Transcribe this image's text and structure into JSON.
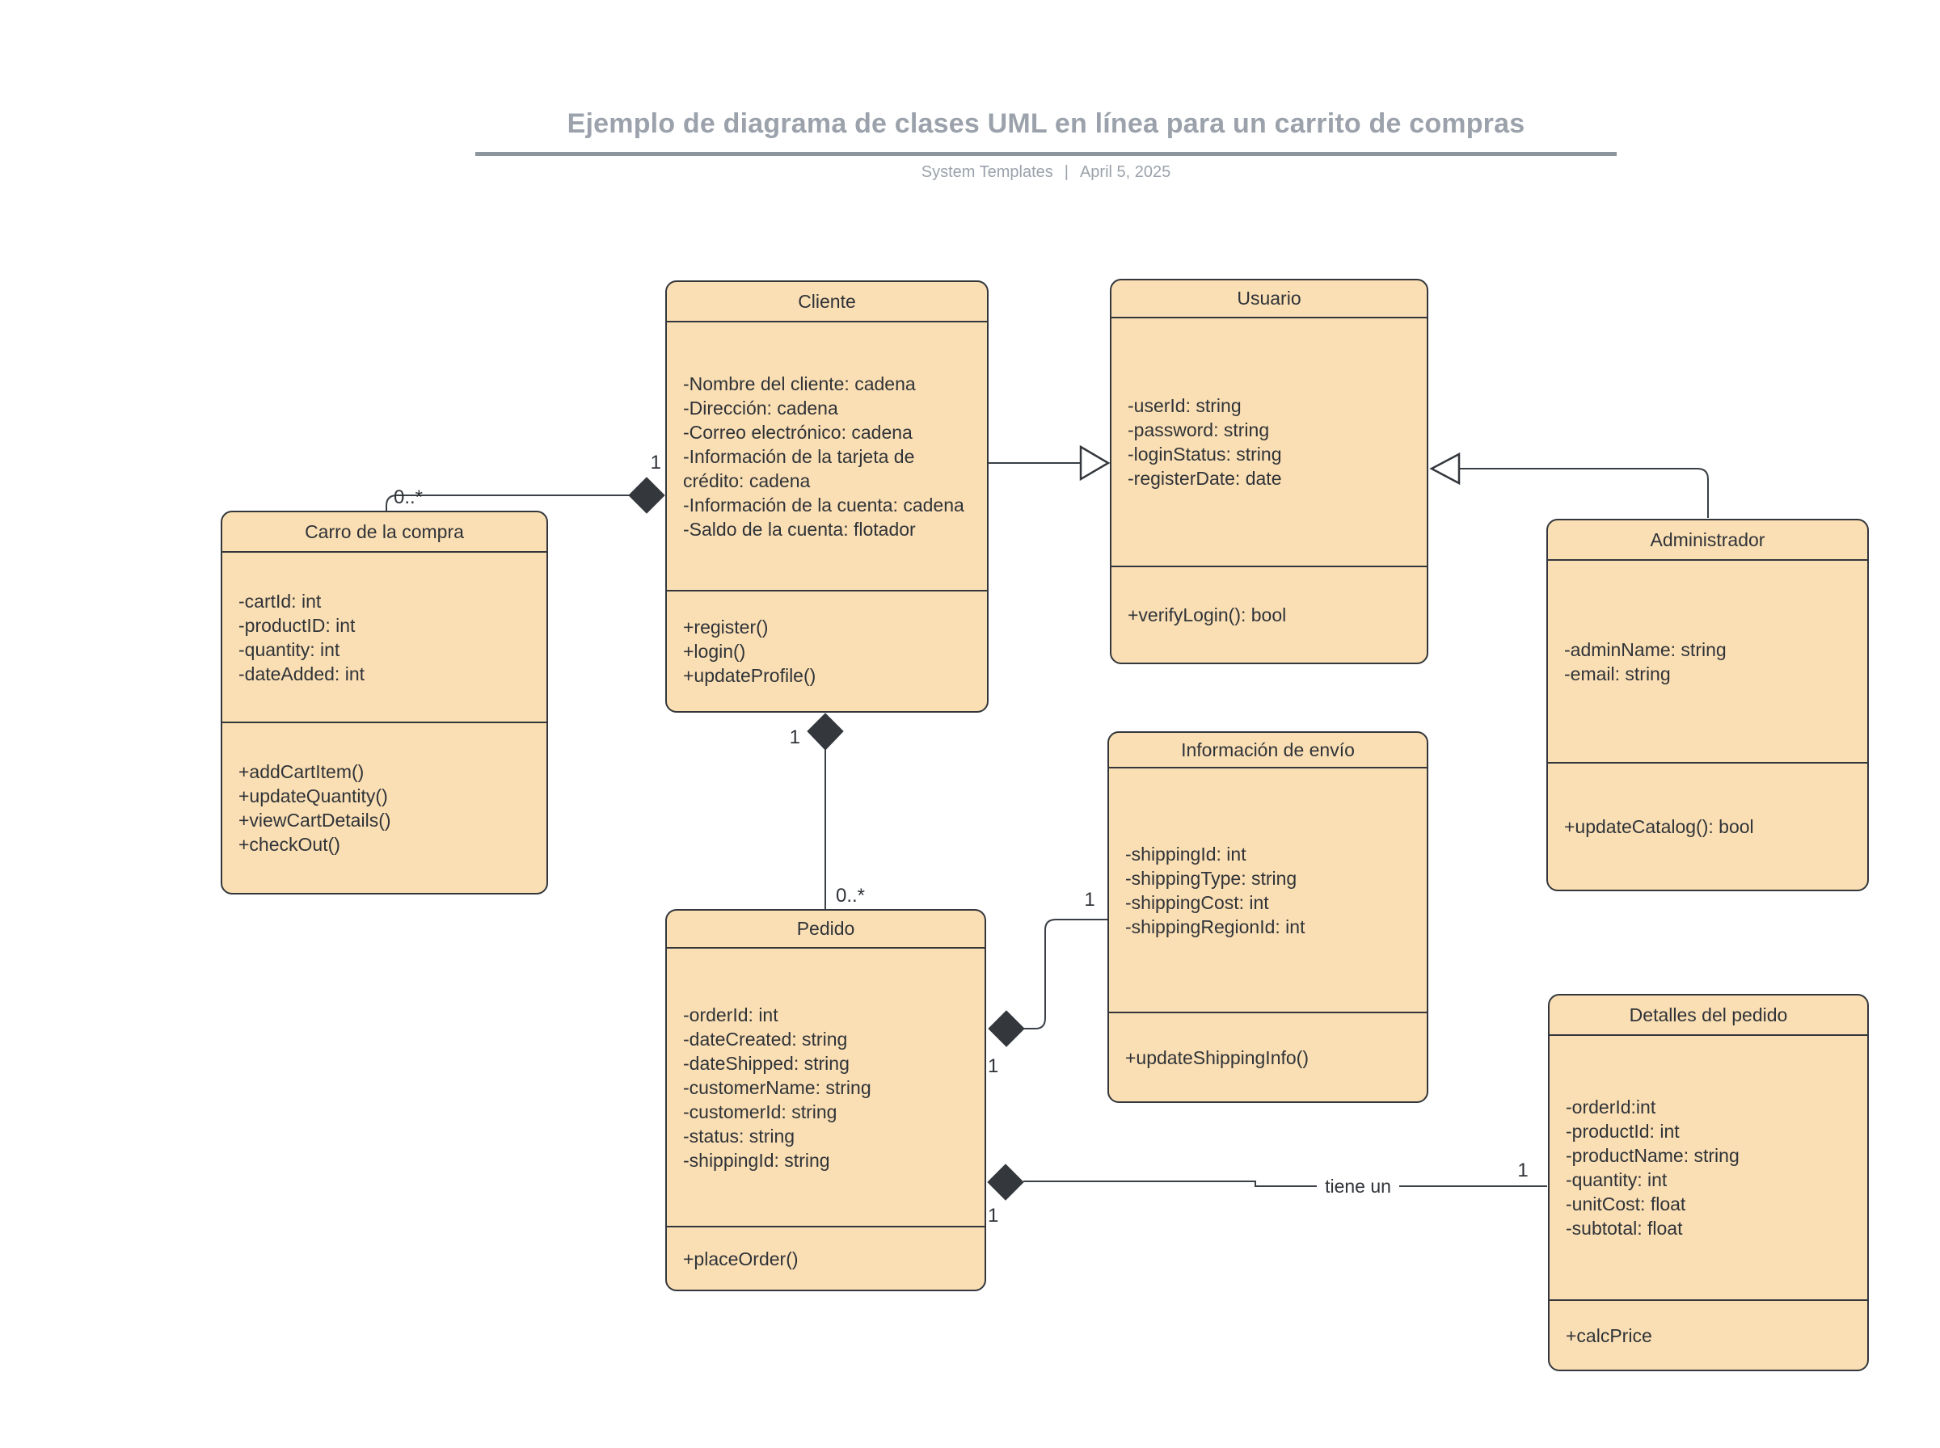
{
  "header": {
    "title": "Ejemplo de diagrama de clases UML en línea para un carrito de compras",
    "source": "System Templates",
    "divider": "|",
    "date": "April 5, 2025"
  },
  "colors": {
    "class_fill": "#FBDFB4",
    "class_border": "#33373C",
    "class_text": "#2F3338",
    "header_gray": "#9BA2AB",
    "rule_gray": "#8C949D",
    "connector": "#3A3F45"
  },
  "classes": {
    "cliente": {
      "title": "Cliente",
      "attributes": [
        "-Nombre del cliente: cadena",
        "-Dirección: cadena",
        "-Correo electrónico: cadena",
        "-Información de la tarjeta de crédito: cadena",
        "-Información de la cuenta: cadena",
        "-Saldo de la cuenta: flotador"
      ],
      "methods": [
        "+register()",
        "+login()",
        "+updateProfile()"
      ]
    },
    "usuario": {
      "title": "Usuario",
      "attributes": [
        "-userId: string",
        "-password: string",
        "-loginStatus: string",
        "-registerDate: date"
      ],
      "methods": [
        "+verifyLogin(): bool"
      ]
    },
    "carro": {
      "title": "Carro de la compra",
      "attributes": [
        "-cartId: int",
        "-productID: int",
        "-quantity: int",
        "-dateAdded: int"
      ],
      "methods": [
        "+addCartItem()",
        "+updateQuantity()",
        "+viewCartDetails()",
        "+checkOut()"
      ]
    },
    "administrador": {
      "title": "Administrador",
      "attributes": [
        "-adminName: string",
        "-email: string"
      ],
      "methods": [
        "+updateCatalog(): bool"
      ]
    },
    "envio": {
      "title": "Información de envío",
      "attributes": [
        "-shippingId: int",
        "-shippingType: string",
        "-shippingCost: int",
        "-shippingRegionId: int"
      ],
      "methods": [
        "+updateShippingInfo()"
      ]
    },
    "pedido": {
      "title": "Pedido",
      "attributes": [
        "-orderId: int",
        "-dateCreated: string",
        "-dateShipped: string",
        "-customerName: string",
        "-customerId: string",
        "-status: string",
        "-shippingId: string"
      ],
      "methods": [
        "+placeOrder()"
      ]
    },
    "detalles": {
      "title": "Detalles del pedido",
      "attributes": [
        "-orderId:int",
        "-productId: int",
        "-productName: string",
        "-quantity: int",
        "-unitCost: float",
        "-subtotal: float"
      ],
      "methods": [
        "+calcPrice"
      ]
    }
  },
  "relations": {
    "carro_cliente": {
      "carro_mult": "0..*",
      "cliente_mult": "1"
    },
    "cliente_pedido": {
      "cliente_mult": "1",
      "pedido_mult": "0..*"
    },
    "pedido_envio": {
      "pedido_mult": "1",
      "envio_mult": "1"
    },
    "pedido_detalles": {
      "pedido_mult": "1",
      "detalles_mult": "1",
      "label": "tiene un"
    }
  }
}
